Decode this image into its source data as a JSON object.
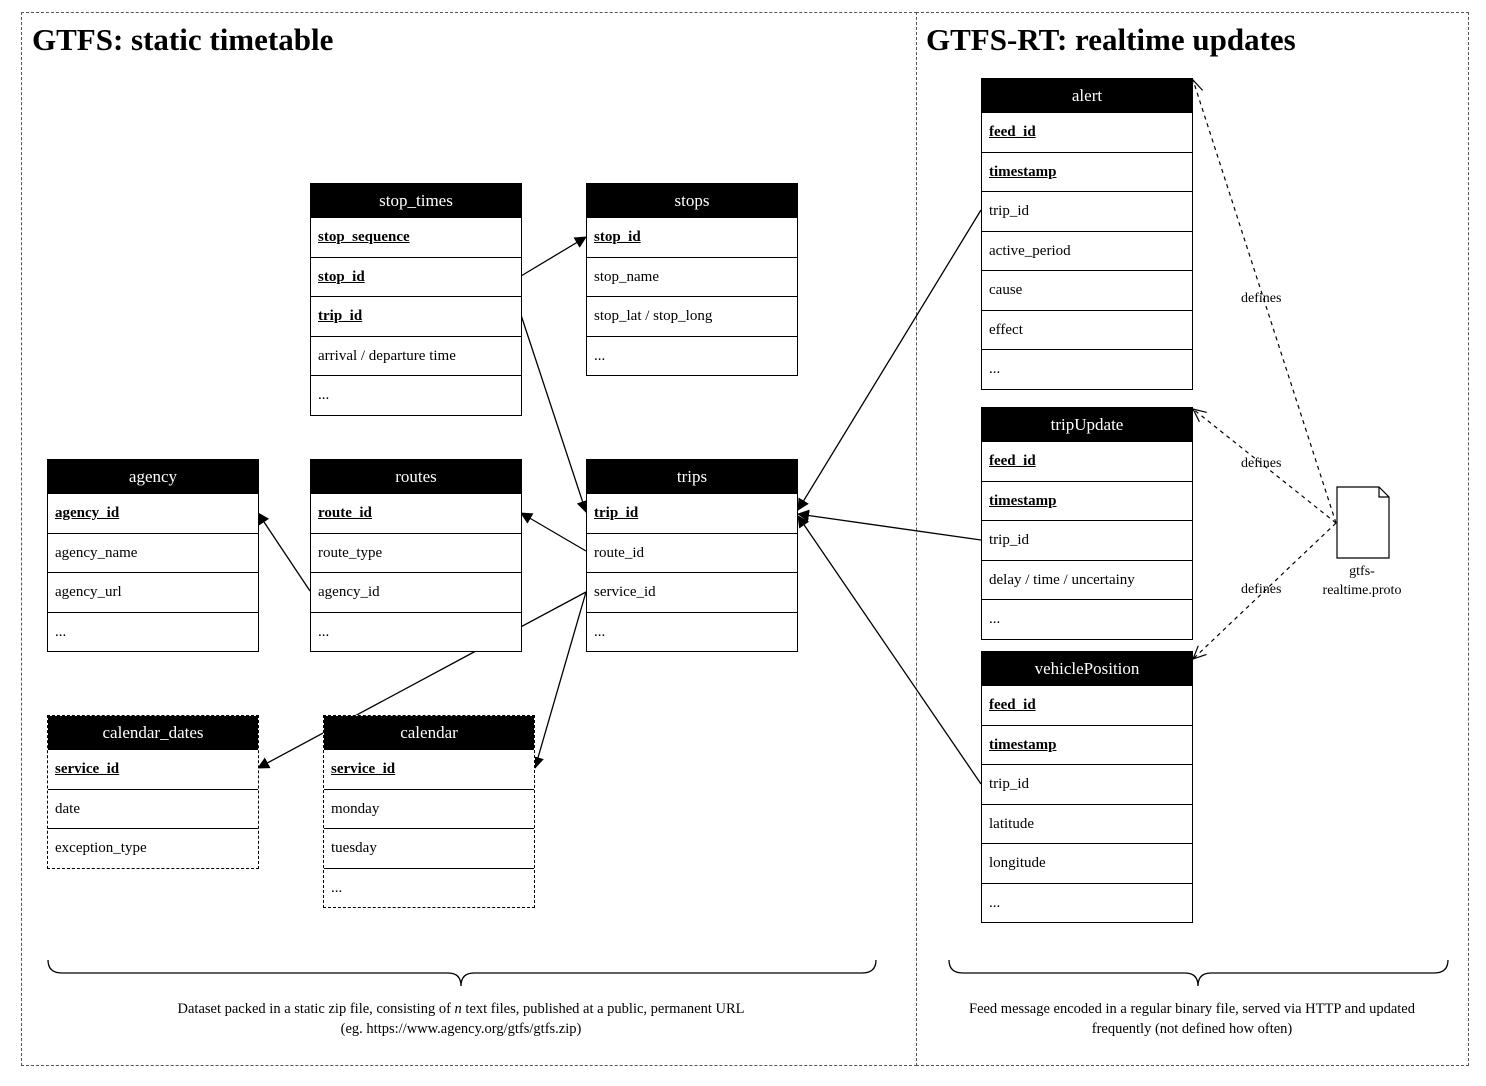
{
  "left_panel": {
    "title": "GTFS: static timetable"
  },
  "right_panel": {
    "title": "GTFS-RT: realtime updates"
  },
  "tables": {
    "stop_times": {
      "name": "stop_times",
      "rows": [
        "stop_sequence",
        "stop_id",
        "trip_id",
        "arrival / departure time",
        "..."
      ]
    },
    "stops": {
      "name": "stops",
      "rows": [
        "stop_id",
        "stop_name",
        "stop_lat / stop_long",
        "..."
      ]
    },
    "agency": {
      "name": "agency",
      "rows": [
        "agency_id",
        "agency_name",
        "agency_url",
        "..."
      ]
    },
    "routes": {
      "name": "routes",
      "rows": [
        "route_id",
        "route_type",
        "agency_id",
        "..."
      ]
    },
    "trips": {
      "name": "trips",
      "rows": [
        "trip_id",
        "route_id",
        "service_id",
        "..."
      ]
    },
    "calendar_dates": {
      "name": "calendar_dates",
      "rows": [
        "service_id",
        "date",
        "exception_type"
      ]
    },
    "calendar": {
      "name": "calendar",
      "rows": [
        "service_id",
        "monday",
        "tuesday",
        "..."
      ]
    },
    "alert": {
      "name": "alert",
      "rows": [
        "feed_id",
        "timestamp",
        "trip_id",
        "active_period",
        "cause",
        "effect",
        "..."
      ]
    },
    "tripUpdate": {
      "name": "tripUpdate",
      "rows": [
        "feed_id",
        "timestamp",
        "trip_id",
        "delay / time / uncertainy",
        "..."
      ]
    },
    "vehiclePosition": {
      "name": "vehiclePosition",
      "rows": [
        "feed_id",
        "timestamp",
        "trip_id",
        "latitude",
        "longitude",
        "..."
      ]
    }
  },
  "proto_file": {
    "label": "gtfs-realtime.proto",
    "label_line1": "gtfs-",
    "label_line2": "realtime.proto"
  },
  "edge_labels": {
    "defines_1": "defines",
    "defines_2": "defines",
    "defines_3": "defines"
  },
  "notes": {
    "static_line1_pre": "Dataset packed in a static zip file, consisting of ",
    "static_line1_n": "n",
    "static_line1_post": " text files, published at a public, permanent URL",
    "static_line2": "(eg.  https://www.agency.org/gtfs/gtfs.zip)",
    "realtime_line1": "Feed message encoded in a regular binary file, served via HTTP and updated",
    "realtime_line2": "frequently (not defined how often)"
  }
}
